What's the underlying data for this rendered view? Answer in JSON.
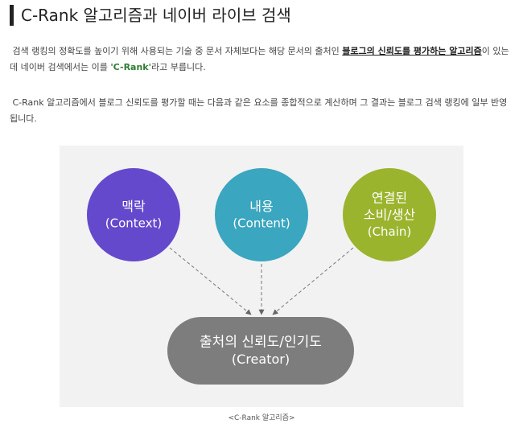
{
  "heading": "C-Rank 알고리즘과 네이버 라이브 검색",
  "paragraph1": {
    "before": "검색 랭킹의 정확도를 높이기 위해 사용되는 기술 중 문서 자체보다는 해당 문서의 출처인 ",
    "emphasis": "블로그의 신뢰도를 평가하는 알고리즘",
    "middle": "이 있는데 네이버 검색에서는 이를 ",
    "highlight": "'C-Rank'",
    "after": "라고 부릅니다."
  },
  "paragraph2": "C-Rank 알고리즘에서 블로그 신뢰도를 평가할 때는 다음과 같은 요소를 종합적으로 계산하며 그 결과는 블로그 검색 랭킹에 일부 반영됩니다.",
  "diagram": {
    "nodes": [
      {
        "id": "context",
        "lines": [
          "맥락",
          "(Context)"
        ],
        "color": "#6549cc"
      },
      {
        "id": "content",
        "lines": [
          "내용",
          "(Content)"
        ],
        "color": "#3aa6bf"
      },
      {
        "id": "chain",
        "lines": [
          "연결된",
          "소비/생산",
          "(Chain)"
        ],
        "color": "#9ab42e"
      },
      {
        "id": "creator",
        "lines": [
          "출처의 신뢰도/인기도",
          "(Creator)"
        ],
        "color": "#7d7d7d"
      }
    ],
    "edges": [
      {
        "from": "context",
        "to": "creator"
      },
      {
        "from": "content",
        "to": "creator"
      },
      {
        "from": "chain",
        "to": "creator"
      }
    ]
  },
  "caption": "<C-Rank 알고리즘>"
}
